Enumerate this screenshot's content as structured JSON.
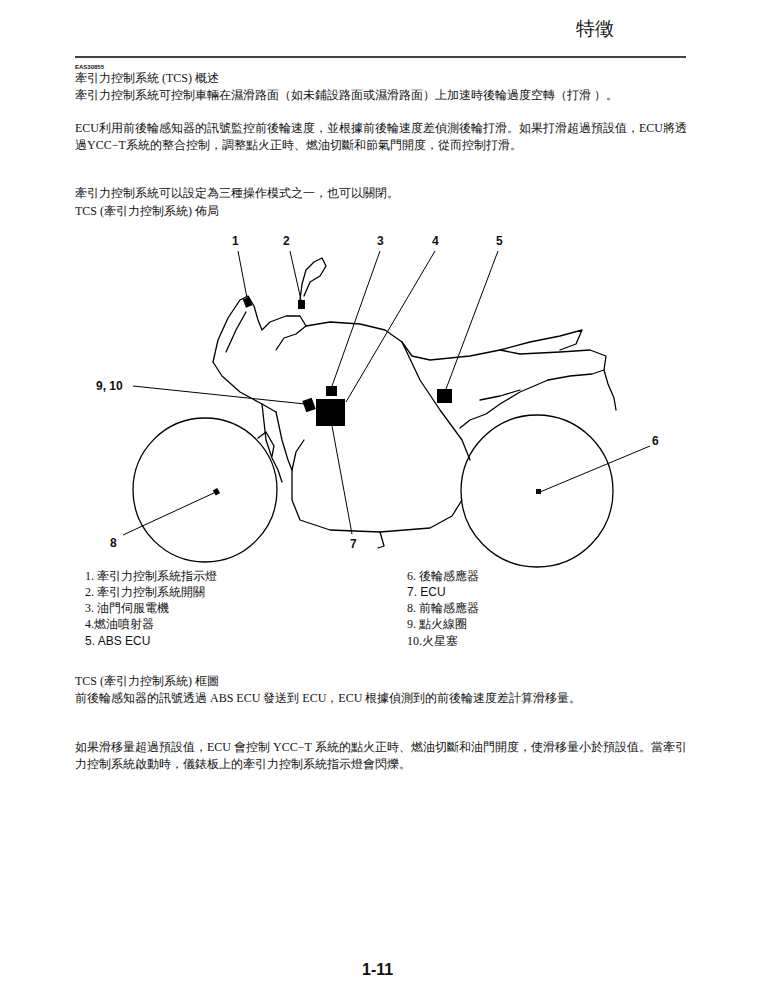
{
  "diagram": {
    "title": "特徵",
    "labels": [
      "EAS30855",
      "牽引力控制系統 (TCS) 概述",
      "牽引力控制系統可控制車輛在濕滑路面（如未鋪設路面或濕滑路面）上加速時後輪過度空轉（打滑 ）。",
      "ECU利用前後輪感知器的訊號監控前後輪速度，並根據前後輪速度差偵測後輪打滑。如果打滑超過預設值，ECU將透過YCC−T系統的整合控制，調整點火正時、燃油切斷和節氣門開度，從而控制打滑。",
      "牽引力控制系統可以設定為三種操作模式之一，也可以關閉。",
      "TCS (牽引力控制系統) 佈局",
      "1",
      "2",
      "3",
      "4",
      "5",
      "9, 10",
      "6",
      "8",
      "7",
      "1. 牽引力控制系統指示燈",
      "2. 牽引力控制系統開關",
      "3. 油門伺服電機",
      "4.燃油噴射器",
      "5. ABS ECU",
      "6. 後輪感應器",
      "7. ECU",
      "8. 前輪感應器",
      "9. 點火線圈",
      "10.火星塞",
      "TCS (牽引力控制系統) 框圖",
      "前後輪感知器的訊號透過 ABS ECU 發送到 ECU，ECU 根據偵測到的前後輪速度差計算滑移量。",
      "如果滑移量超過預設值，ECU 會控制 YCC−T 系統的點火正時、燃油切斷和油門開度，使滑移量小於預設值。當牽引力控制系統啟動時，儀錶板上的牽引力控制系統指示燈會閃爍。",
      "1-11"
    ]
  }
}
